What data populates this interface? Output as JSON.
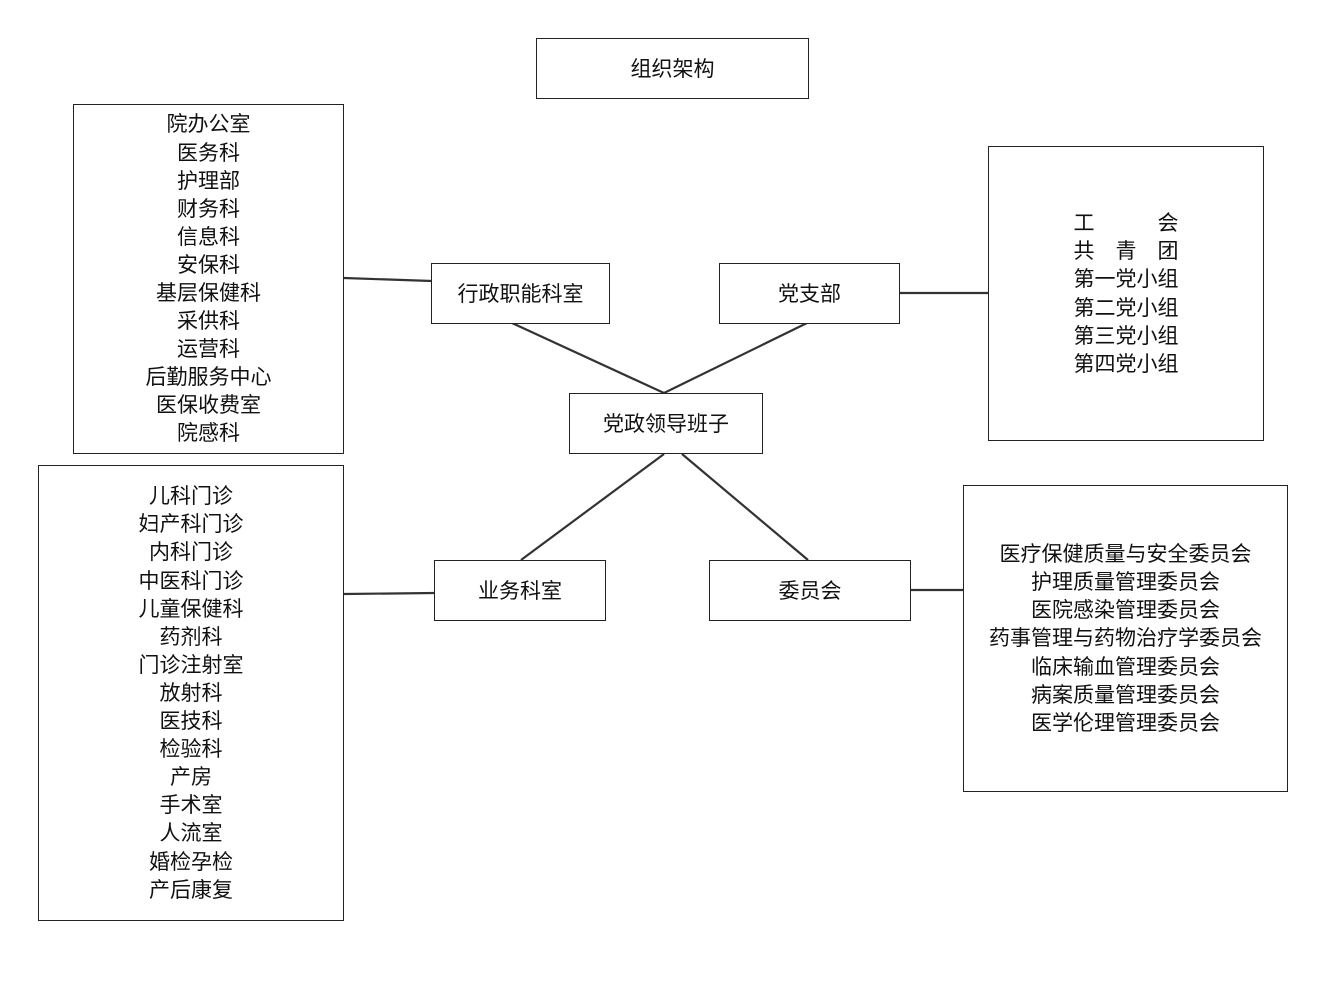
{
  "title": "组织架构",
  "center": {
    "label": "党政领导班子"
  },
  "branches": {
    "admin": {
      "label": "行政职能科室",
      "items": [
        "院办公室",
        "医务科",
        "护理部",
        "财务科",
        "信息科",
        "安保科",
        "基层保健科",
        "采供科",
        "运营科",
        "后勤服务中心",
        "医保收费室",
        "院感科"
      ]
    },
    "party": {
      "label": "党支部",
      "items": [
        "工　　　会",
        "共　青　团",
        "第一党小组",
        "第二党小组",
        "第三党小组",
        "第四党小组"
      ]
    },
    "business": {
      "label": "业务科室",
      "items": [
        "儿科门诊",
        "妇产科门诊",
        "内科门诊",
        "中医科门诊",
        "儿童保健科",
        "药剂科",
        "门诊注射室",
        "放射科",
        "医技科",
        "检验科",
        "产房",
        "手术室",
        "人流室",
        "婚检孕检",
        "产后康复"
      ]
    },
    "committee": {
      "label": "委员会",
      "items": [
        "医疗保健质量与安全委员会",
        "护理质量管理委员会",
        "医院感染管理委员会",
        "药事管理与药物治疗学委员会",
        "临床输血管理委员会",
        "病案质量管理委员会",
        "医学伦理管理委员会"
      ]
    }
  }
}
